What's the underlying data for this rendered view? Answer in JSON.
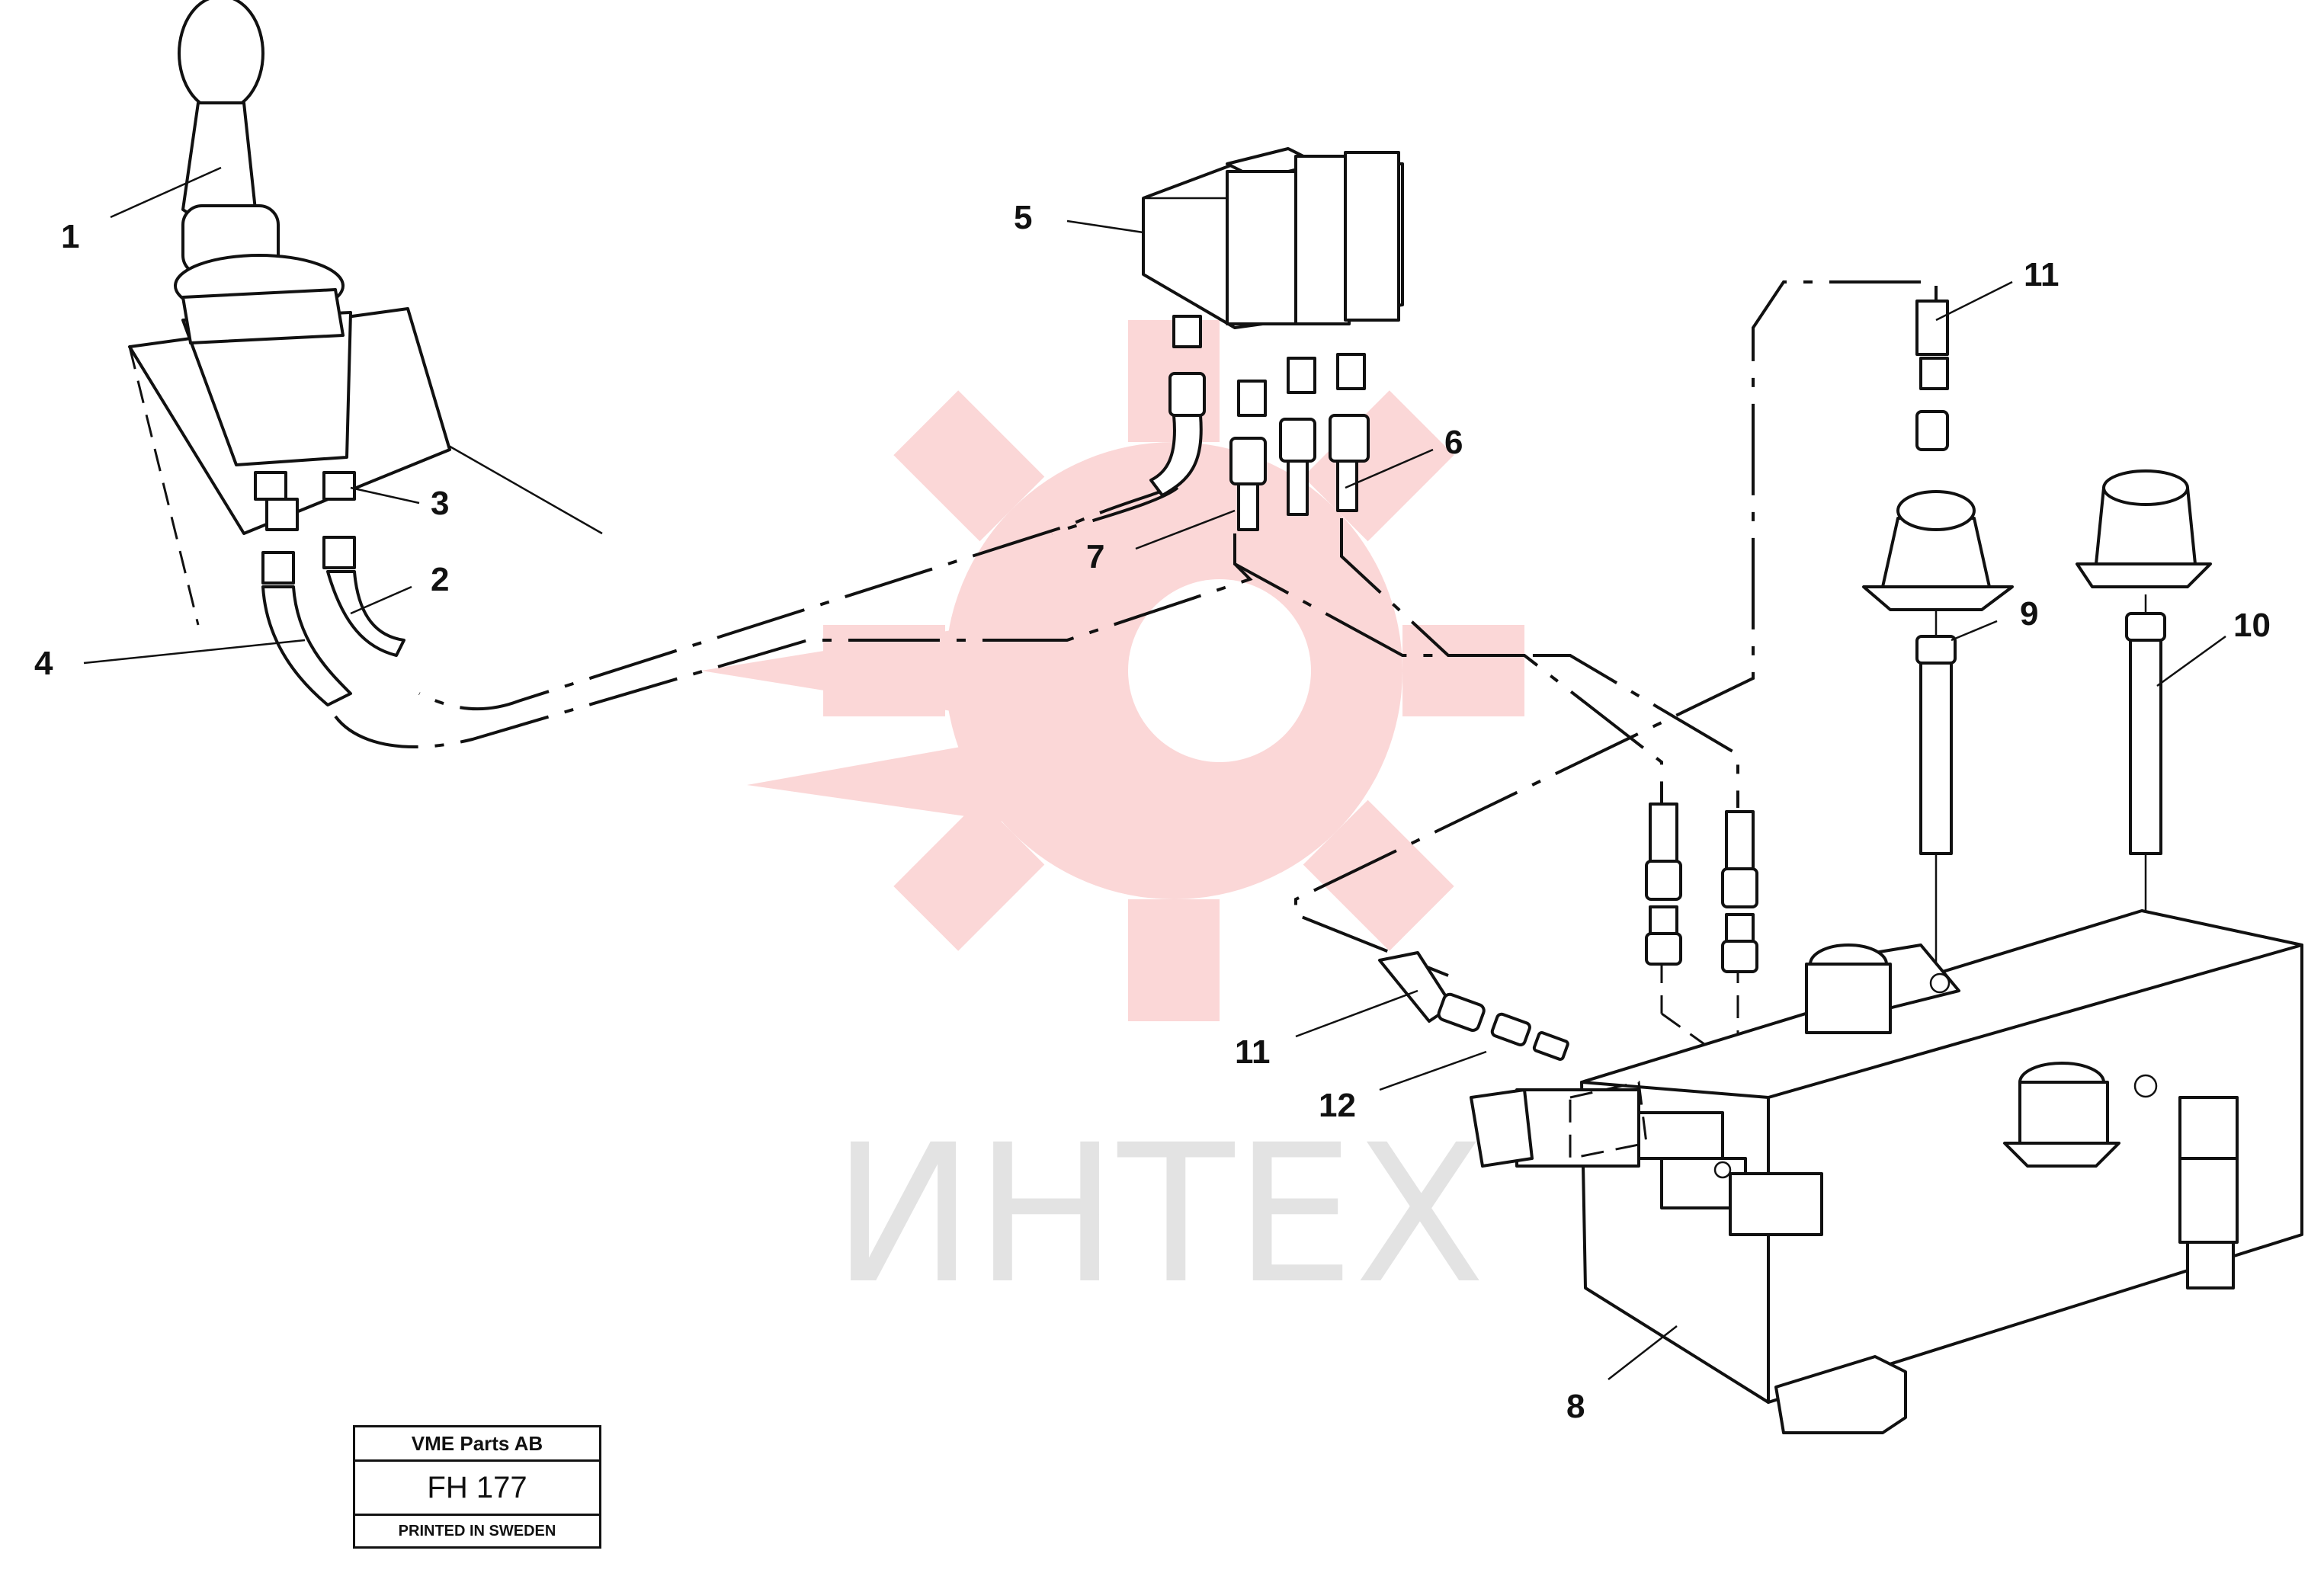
{
  "title": "",
  "watermark": {
    "text": "ИНТЕХ",
    "logo_color": "#f07a7a",
    "text_color": "#d8d8d8"
  },
  "callouts": [
    {
      "label": "1",
      "part": "joystick-control-lever"
    },
    {
      "label": "2",
      "part": "hose"
    },
    {
      "label": "3",
      "part": "nipple"
    },
    {
      "label": "4",
      "part": "hose"
    },
    {
      "label": "5",
      "part": "valve-block"
    },
    {
      "label": "6",
      "part": "hose"
    },
    {
      "label": "7",
      "part": "hose"
    },
    {
      "label": "8",
      "part": "control-valve"
    },
    {
      "label": "9",
      "part": "hose"
    },
    {
      "label": "10",
      "part": "hose"
    },
    {
      "label": "11",
      "part": "hose"
    },
    {
      "label": "11",
      "part": "hose"
    },
    {
      "label": "12",
      "part": "nipple"
    }
  ],
  "stamp": {
    "company": "VME Parts AB",
    "code": "FH 177",
    "printed": "PRINTED IN SWEDEN"
  }
}
